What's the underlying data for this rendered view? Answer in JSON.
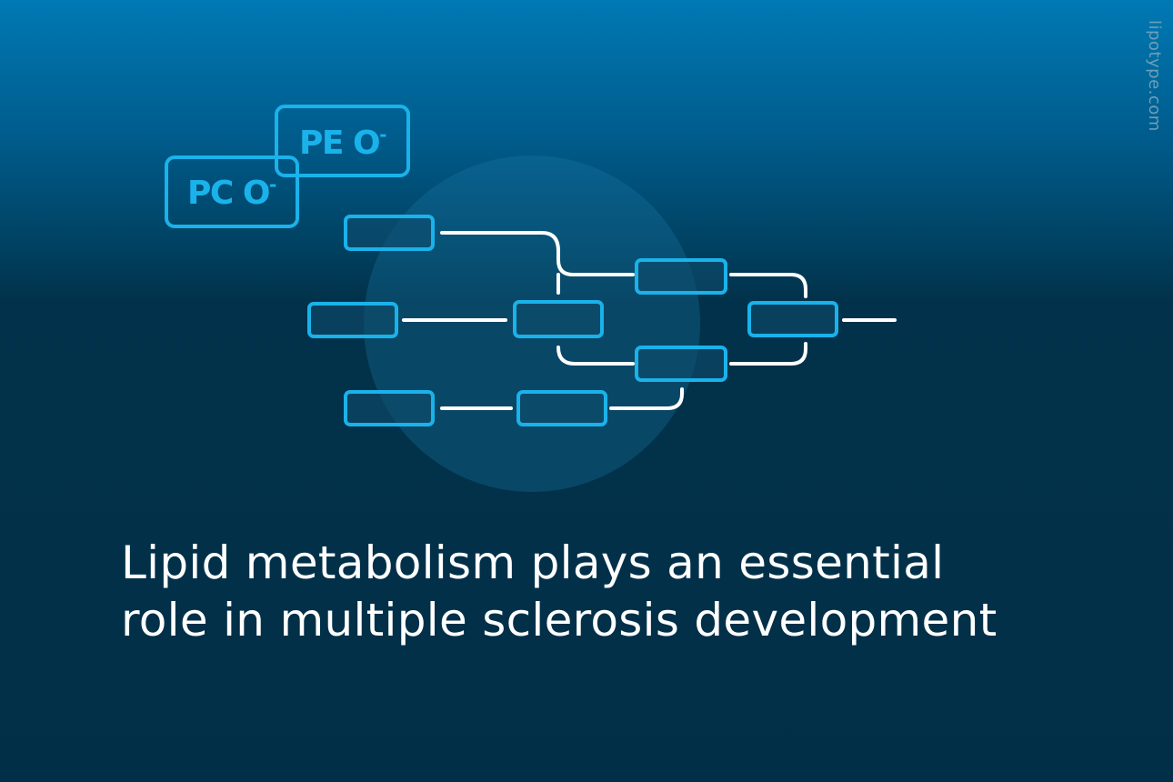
{
  "watermark": "lipotype.com",
  "headline": {
    "line1": "Lipid metabolism plays an essential",
    "line2": "role in multiple sclerosis development"
  },
  "lipid_labels": {
    "pe": {
      "main": "PE O",
      "sup": "-"
    },
    "pc": {
      "main": "PC O",
      "sup": "-"
    }
  },
  "colors": {
    "accent": "#1ab2ea",
    "node_fill": "#0e4d6e",
    "connector": "#ffffff",
    "halo": "#1a7ba8"
  }
}
